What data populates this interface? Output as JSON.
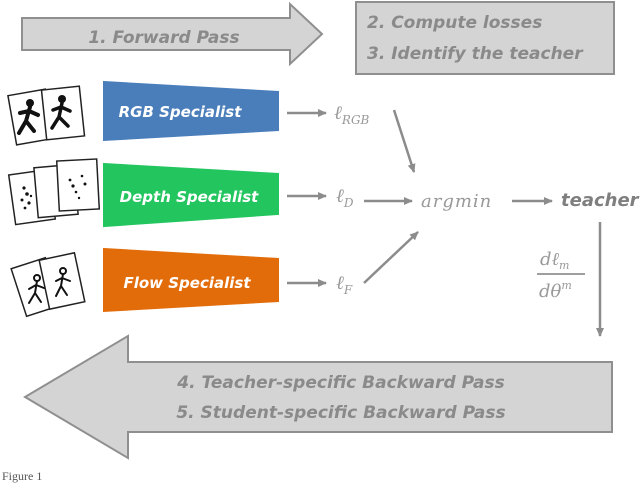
{
  "steps": {
    "forward": "1. Forward Pass",
    "compute_losses": "2. Compute losses",
    "identify_teacher": "3. Identify the teacher",
    "teacher_backward": "4. Teacher-specific Backward Pass",
    "student_backward": "5. Student-specific Backward Pass"
  },
  "specialists": [
    {
      "label": "RGB Specialist",
      "color": "#4a7ebb"
    },
    {
      "label": "Depth Specialist",
      "color": "#22c55e"
    },
    {
      "label": "Flow Specialist",
      "color": "#e36c0a"
    }
  ],
  "losses": {
    "rgb": {
      "base": "ℓ",
      "sub": "RGB"
    },
    "depth": {
      "base": "ℓ",
      "sub": "D"
    },
    "flow": {
      "base": "ℓ",
      "sub": "F"
    }
  },
  "argmin": "argmin",
  "teacher": "teacher",
  "gradient": {
    "numerator": "dℓ",
    "num_sub": "m",
    "denominator": "dθ",
    "den_sup": "m"
  },
  "caption": "Figure 1"
}
